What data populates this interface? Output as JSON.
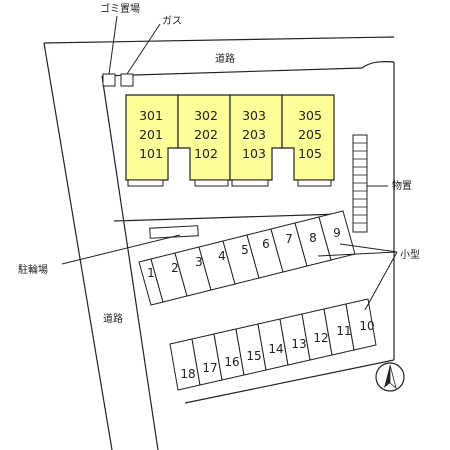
{
  "labels": {
    "garbage": "ゴミ置場",
    "gas": "ガス",
    "road_top": "道路",
    "road_left": "道路",
    "storage": "物置",
    "bike_parking": "駐輪場",
    "small": "小型"
  },
  "buildings": [
    {
      "unit_top": "301",
      "unit_mid": "201",
      "unit_bot": "101"
    },
    {
      "unit_top": "302",
      "unit_mid": "202",
      "unit_bot": "102"
    },
    {
      "unit_top": "303",
      "unit_mid": "203",
      "unit_bot": "103"
    },
    {
      "unit_top": "305",
      "unit_mid": "205",
      "unit_bot": "105"
    }
  ],
  "parking_upper": [
    "1",
    "2",
    "3",
    "4",
    "5",
    "6",
    "7",
    "8",
    "9"
  ],
  "parking_lower": [
    "10",
    "11",
    "12",
    "13",
    "14",
    "15",
    "16",
    "17",
    "18"
  ],
  "colors": {
    "building": "#ffff99",
    "stroke": "#222222"
  },
  "compass": "north-arrow"
}
